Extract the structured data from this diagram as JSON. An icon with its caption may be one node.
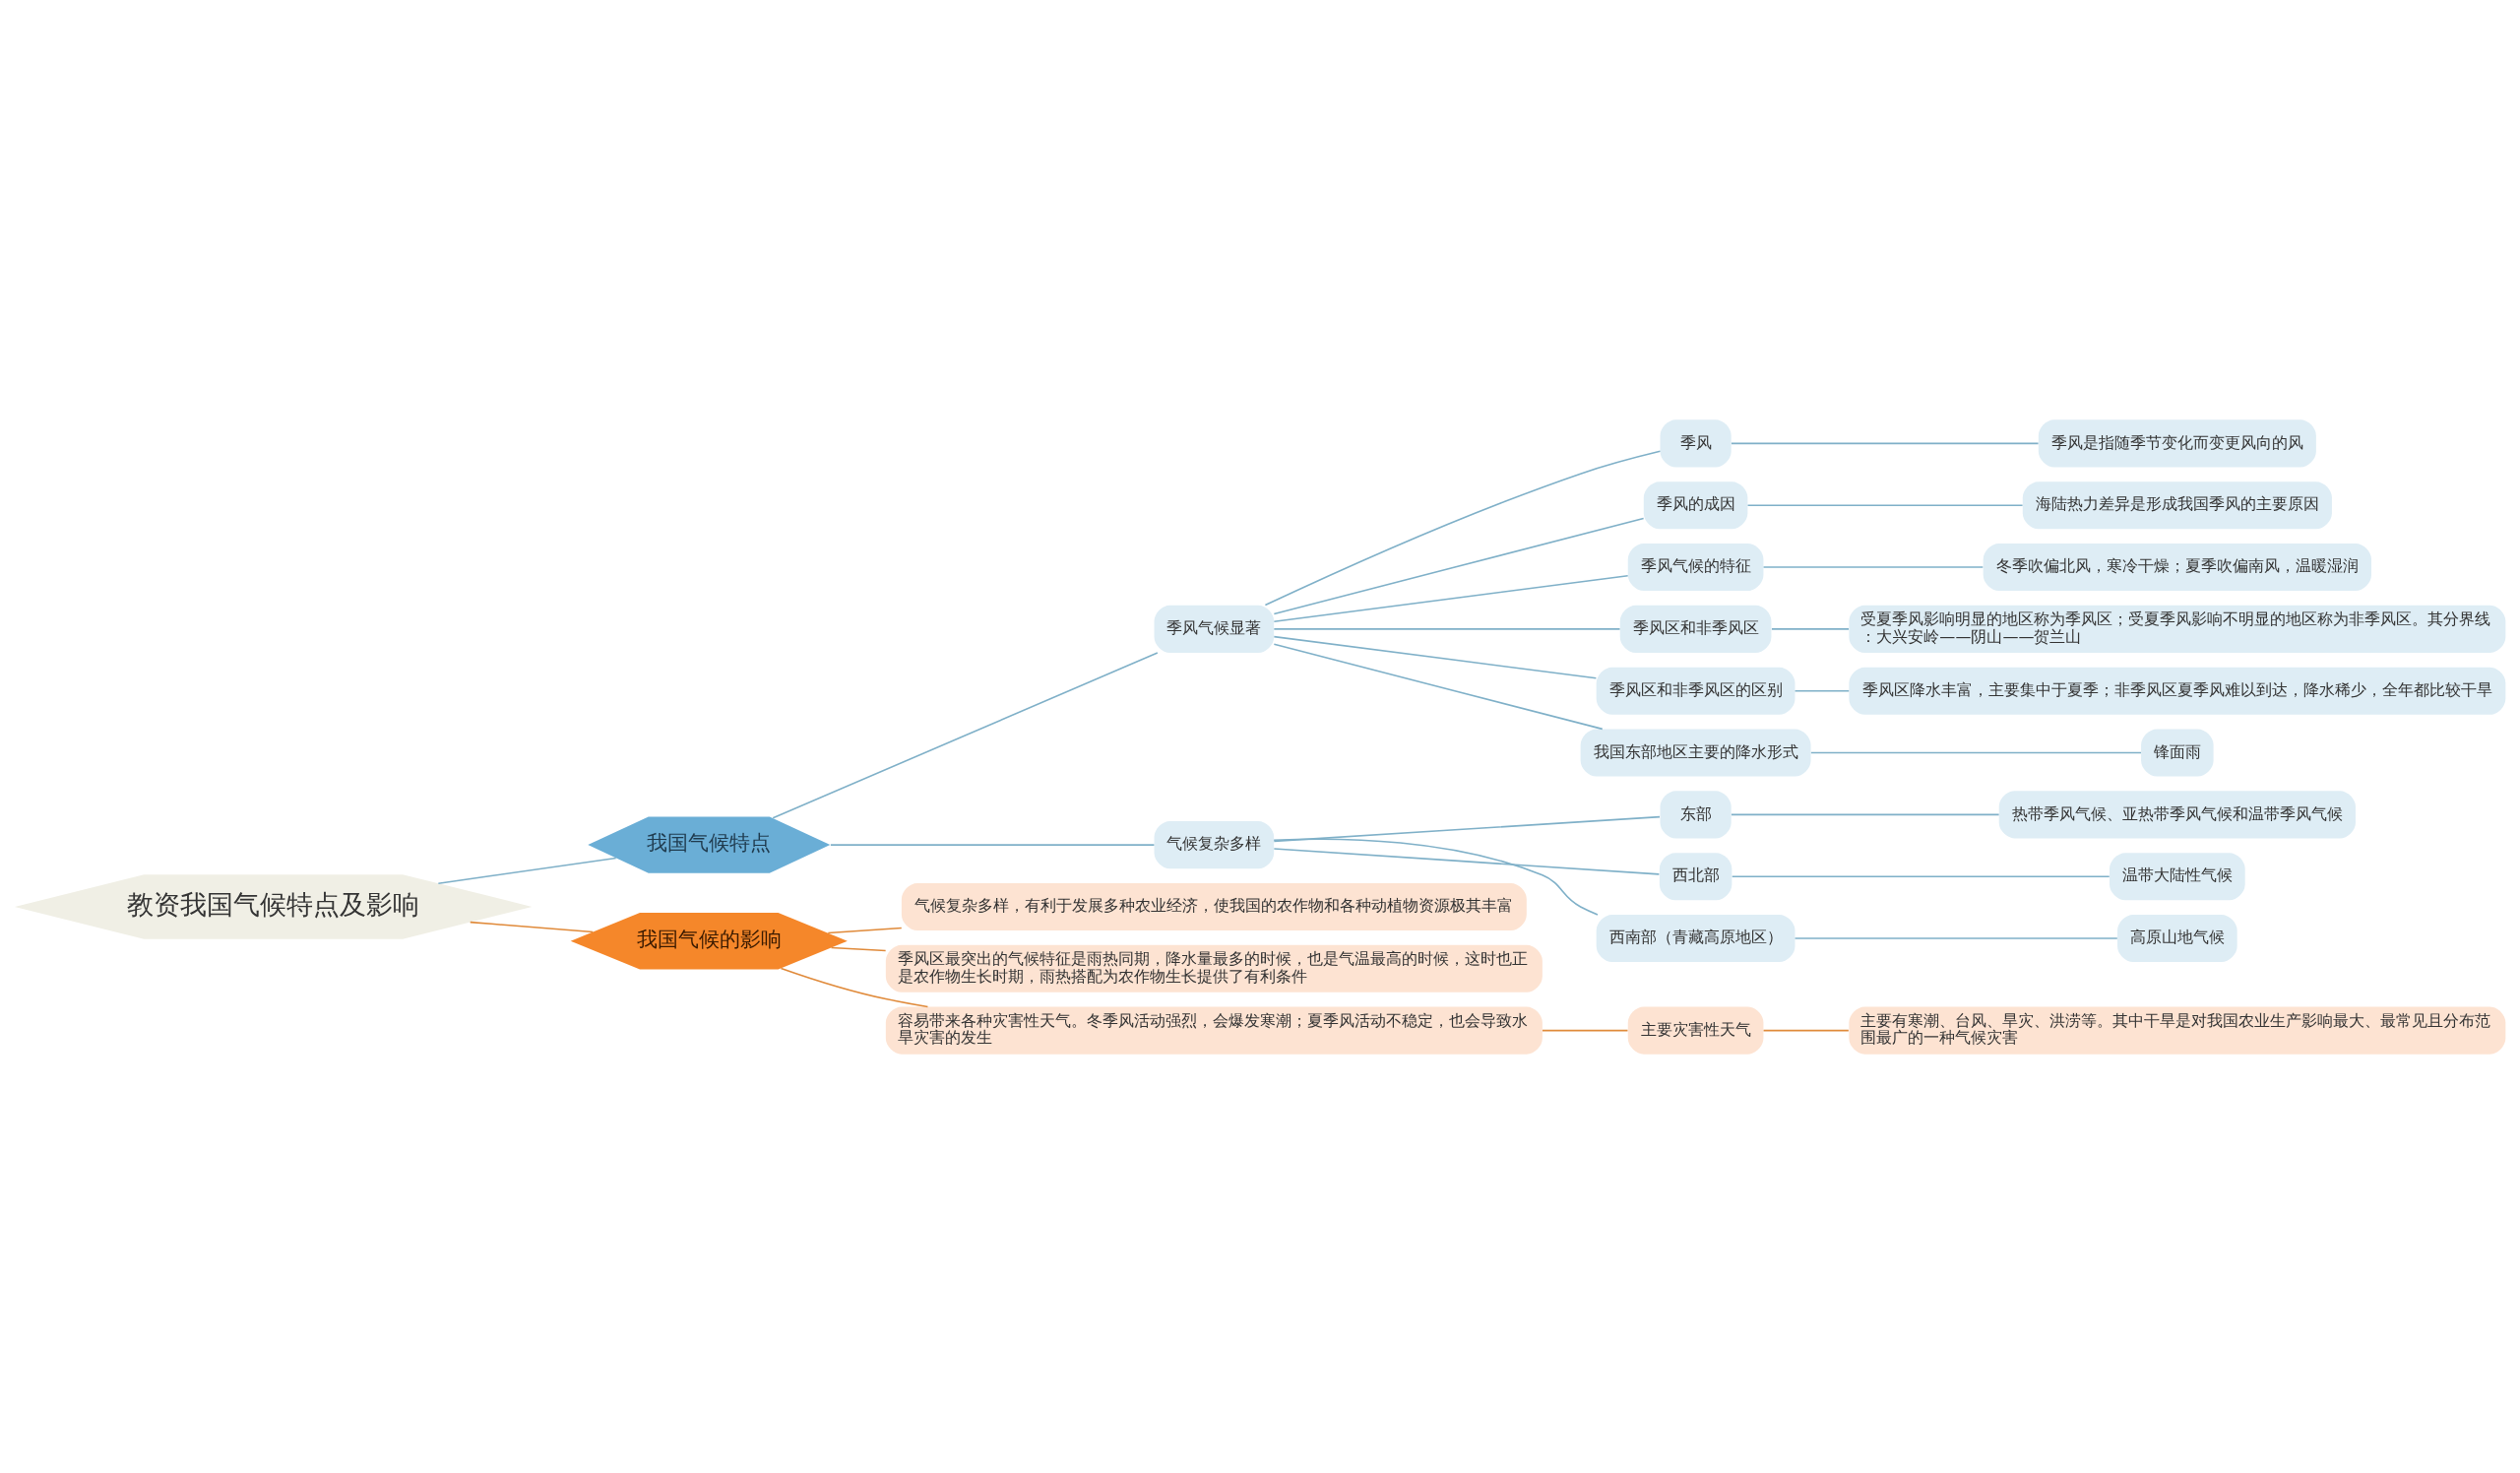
{
  "diagram": {
    "nodes": [
      {
        "text": [
          "教资我国气候特点及影响"
        ]
      },
      {
        "text": [
          "我国气候特点"
        ]
      },
      {
        "text": [
          "季风气候显著"
        ]
      },
      {
        "text": [
          "季风"
        ]
      },
      {
        "text": [
          "季风是指随季节变化而变更风向的风"
        ]
      },
      {
        "text": [
          "季风的成因"
        ]
      },
      {
        "text": [
          "海陆热力差异是形成我国季风的主要原因"
        ]
      },
      {
        "text": [
          "季风气候的特征"
        ]
      },
      {
        "text": [
          "冬季吹偏北风，寒冷干燥；夏季吹偏南风，温暖湿润"
        ]
      },
      {
        "text": [
          "季风区和非季风区"
        ]
      },
      {
        "text": [
          "受夏季风影响明显的地区称为季风区；受夏季风影响不明显的地区称为非季风区。其分界线：大兴安岭——阴山——贺兰山"
        ]
      },
      {
        "text": [
          "季风区和非季风区的区别"
        ]
      },
      {
        "text": [
          "季风区降水丰富，主要集中于夏季；非季风区夏季风难以到达，降水稀少，全年都比较干旱"
        ]
      },
      {
        "text": [
          "我国东部地区主要的降水形式"
        ]
      },
      {
        "text": [
          "锋面雨"
        ]
      },
      {
        "text": [
          "气候复杂多样"
        ]
      },
      {
        "text": [
          "东部"
        ]
      },
      {
        "text": [
          "热带季风气候、亚热带季风气候和温带季风气候"
        ]
      },
      {
        "text": [
          "西北部"
        ]
      },
      {
        "text": [
          "温带大陆性气候"
        ]
      },
      {
        "text": [
          "西南部（青藏高原地区）"
        ]
      },
      {
        "text": [
          "高原山地气候"
        ]
      },
      {
        "text": [
          "我国气候的影响"
        ]
      },
      {
        "text": [
          "气候复杂多样，有利于发展多种农业经济，使我国的农作物和各种动植物资源极其丰富"
        ]
      },
      {
        "text": [
          "季风区最突出的气候特征是雨热同期，降水量最多的时候，也是气温最高的时候，这时也正是农作物生长时期，雨热搭配为农作物生长提供了有利条件"
        ]
      },
      {
        "text": [
          "容易带来各种灾害性天气。冬季风活动强烈，会爆发寒潮；夏季风活动不稳定，也会导致水旱灾害的发生"
        ]
      },
      {
        "text": [
          "主要灾害性天气"
        ]
      },
      {
        "text": [
          "主要有寒潮、台风、旱灾、洪涝等。其中干旱是对我国农业生产影响最大、最常见且分布范围最广的一种气候灾害"
        ]
      }
    ],
    "edges": [
      {
        "from": 0,
        "to": 1,
        "arrow": "none"
      },
      {
        "from": 1,
        "to": 2,
        "arrow": "none"
      },
      {
        "from": 2,
        "to": 3,
        "arrow": "none"
      },
      {
        "from": 3,
        "to": 4,
        "arrow": "none"
      },
      {
        "from": 2,
        "to": 5,
        "arrow": "none"
      },
      {
        "from": 5,
        "to": 6,
        "arrow": "none"
      },
      {
        "from": 2,
        "to": 7,
        "arrow": "none"
      },
      {
        "from": 7,
        "to": 8,
        "arrow": "none"
      },
      {
        "from": 2,
        "to": 9,
        "arrow": "none"
      },
      {
        "from": 9,
        "to": 10,
        "arrow": "none"
      },
      {
        "from": 2,
        "to": 11,
        "arrow": "none"
      },
      {
        "from": 11,
        "to": 12,
        "arrow": "none"
      },
      {
        "from": 2,
        "to": 13,
        "arrow": "none"
      },
      {
        "from": 13,
        "to": 14,
        "arrow": "none"
      },
      {
        "from": 1,
        "to": 15,
        "arrow": "none"
      },
      {
        "from": 15,
        "to": 16,
        "arrow": "none"
      },
      {
        "from": 16,
        "to": 17,
        "arrow": "none"
      },
      {
        "from": 15,
        "to": 18,
        "arrow": "none"
      },
      {
        "from": 18,
        "to": 19,
        "arrow": "none"
      },
      {
        "from": 15,
        "to": 20,
        "arrow": "none"
      },
      {
        "from": 20,
        "to": 21,
        "arrow": "none"
      },
      {
        "from": 0,
        "to": 22,
        "arrow": "none",
        "color": "#e08a3a"
      },
      {
        "from": 22,
        "to": 23,
        "arrow": "none",
        "color": "#e08a3a"
      },
      {
        "from": 22,
        "to": 24,
        "arrow": "none",
        "color": "#e08a3a"
      },
      {
        "from": 22,
        "to": 25,
        "arrow": "none",
        "color": "#e08a3a"
      },
      {
        "from": 25,
        "to": 26,
        "arrow": "none",
        "color": "#e08a3a"
      },
      {
        "from": 26,
        "to": 27,
        "arrow": "none",
        "color": "#e08a3a"
      }
    ]
  }
}
